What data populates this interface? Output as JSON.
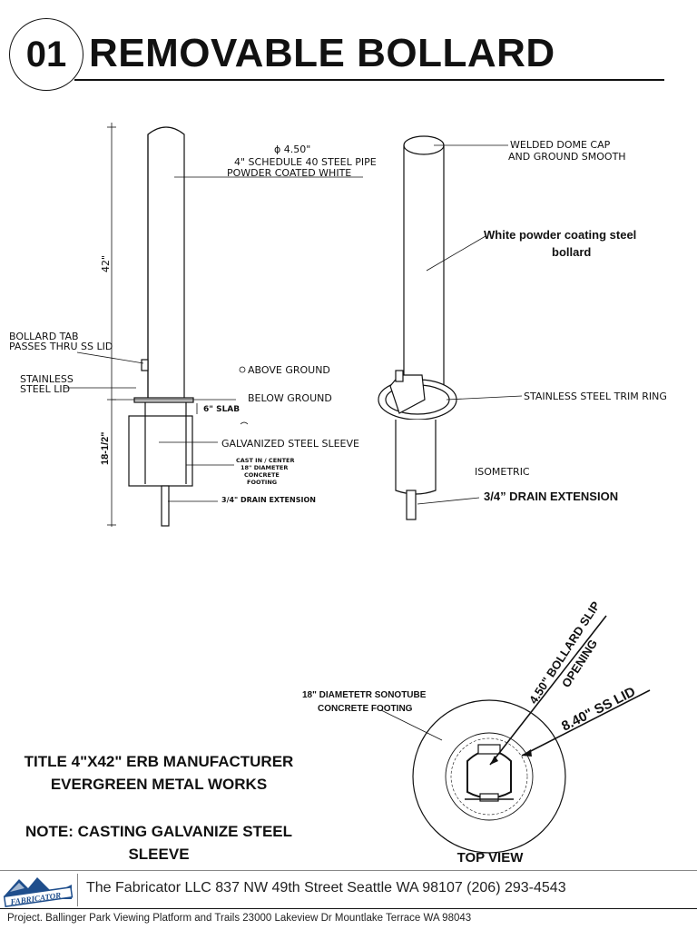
{
  "header": {
    "number": "01",
    "title": "REMOVABLE BOLLARD"
  },
  "elevation": {
    "diameter": "ϕ 4.50\"",
    "pipe_spec": "4\" SCHEDULE 40 STEEL  PIPE",
    "finish": "POWDER COATED WHITE",
    "height_dim": "42\"",
    "bollard_tab_1": "BOLLARD TAB",
    "bollard_tab_2": "PASSES THRU SS LID",
    "ss_lid_1": "STAINLESS",
    "ss_lid_2": "STEEL LID",
    "above_ground": "ABOVE GROUND",
    "below_ground": "BELOW GROUND",
    "slab": "6\" SLAB",
    "sleeve": "GALVANIZED STEEL SLEEVE",
    "cast_1": "CAST IN / CENTER",
    "cast_2": "18\" DIAMETER",
    "cast_3": "CONCRETE",
    "cast_4": "FOOTING",
    "depth_dim": "18-1/2\"",
    "drain": "3/4\" DRAIN EXTENSION"
  },
  "isometric": {
    "dome_1": "WELDED DOME CAP",
    "dome_2": "AND GROUND SMOOTH",
    "coating_1": "White powder coating steel",
    "coating_2": "bollard",
    "trim_ring": "STAINLESS STEEL TRIM RING",
    "view_label": "ISOMETRIC",
    "drain": "3/4” DRAIN EXTENSION"
  },
  "top_view": {
    "sonotube_1": "18\" DIAMETETR SONOTUBE",
    "sonotube_2": "CONCRETE FOOTING",
    "slip_1": "4.50\" BOLLARD SLIP",
    "slip_2": "OPENING",
    "ss_lid": "8.40\" SS LID",
    "label": "TOP VIEW"
  },
  "notes": {
    "title_1": "TITLE 4\"X42\" ERB MANUFACTURER",
    "title_2": "EVERGREEN METAL WORKS",
    "note_1": "NOTE: CASTING GALVANIZE STEEL",
    "note_2": "SLEEVE"
  },
  "footer": {
    "logo_text": "FABRICATOR",
    "company": "The Fabricator LLC 837 NW 49th Street Seattle WA 98107 (206) 293-4543",
    "project": "Project.  Ballinger Park Viewing Platform and Trails 23000 Lakeview Dr Mountlake Terrace WA 98043"
  },
  "colors": {
    "ink": "#111111",
    "logo_blue": "#1f4e8c"
  }
}
